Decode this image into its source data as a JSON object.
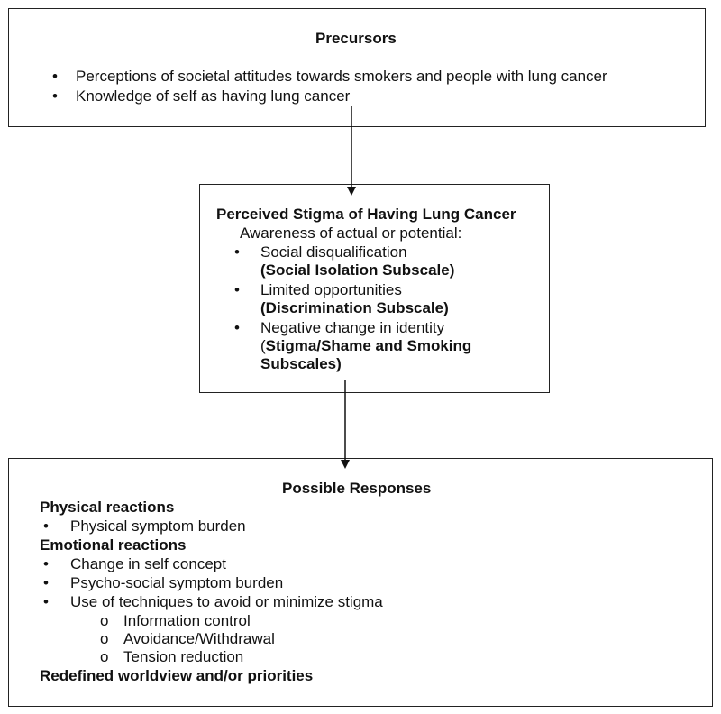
{
  "precursors": {
    "title": "Precursors",
    "items": [
      "Perceptions of societal attitudes towards smokers and  people with lung cancer",
      "Knowledge of self as having lung cancer"
    ]
  },
  "stigma": {
    "title": "Perceived Stigma of Having Lung Cancer",
    "intro": "Awareness of actual or potential:",
    "items": [
      {
        "label": "Social disqualification",
        "subscale": "(Social Isolation Subscale)"
      },
      {
        "label": "Limited opportunities",
        "subscale": "(Discrimination Subscale)"
      },
      {
        "label": "Negative change in identity",
        "subscale_open": "(",
        "subscale_line1": "Stigma/Shame and Smoking",
        "subscale_line2": "Subscales)"
      }
    ]
  },
  "responses": {
    "title": "Possible Responses",
    "physical": {
      "heading": "Physical reactions",
      "items": [
        "Physical symptom burden"
      ]
    },
    "emotional": {
      "heading": "Emotional reactions",
      "items": [
        "Change in self concept",
        "Psycho-social symptom burden",
        "Use of techniques to avoid or minimize stigma"
      ],
      "subitems": [
        "Information control",
        "Avoidance/Withdrawal",
        "Tension reduction"
      ],
      "sub_marker": "o"
    },
    "redefined": "Redefined worldview and/or priorities"
  }
}
